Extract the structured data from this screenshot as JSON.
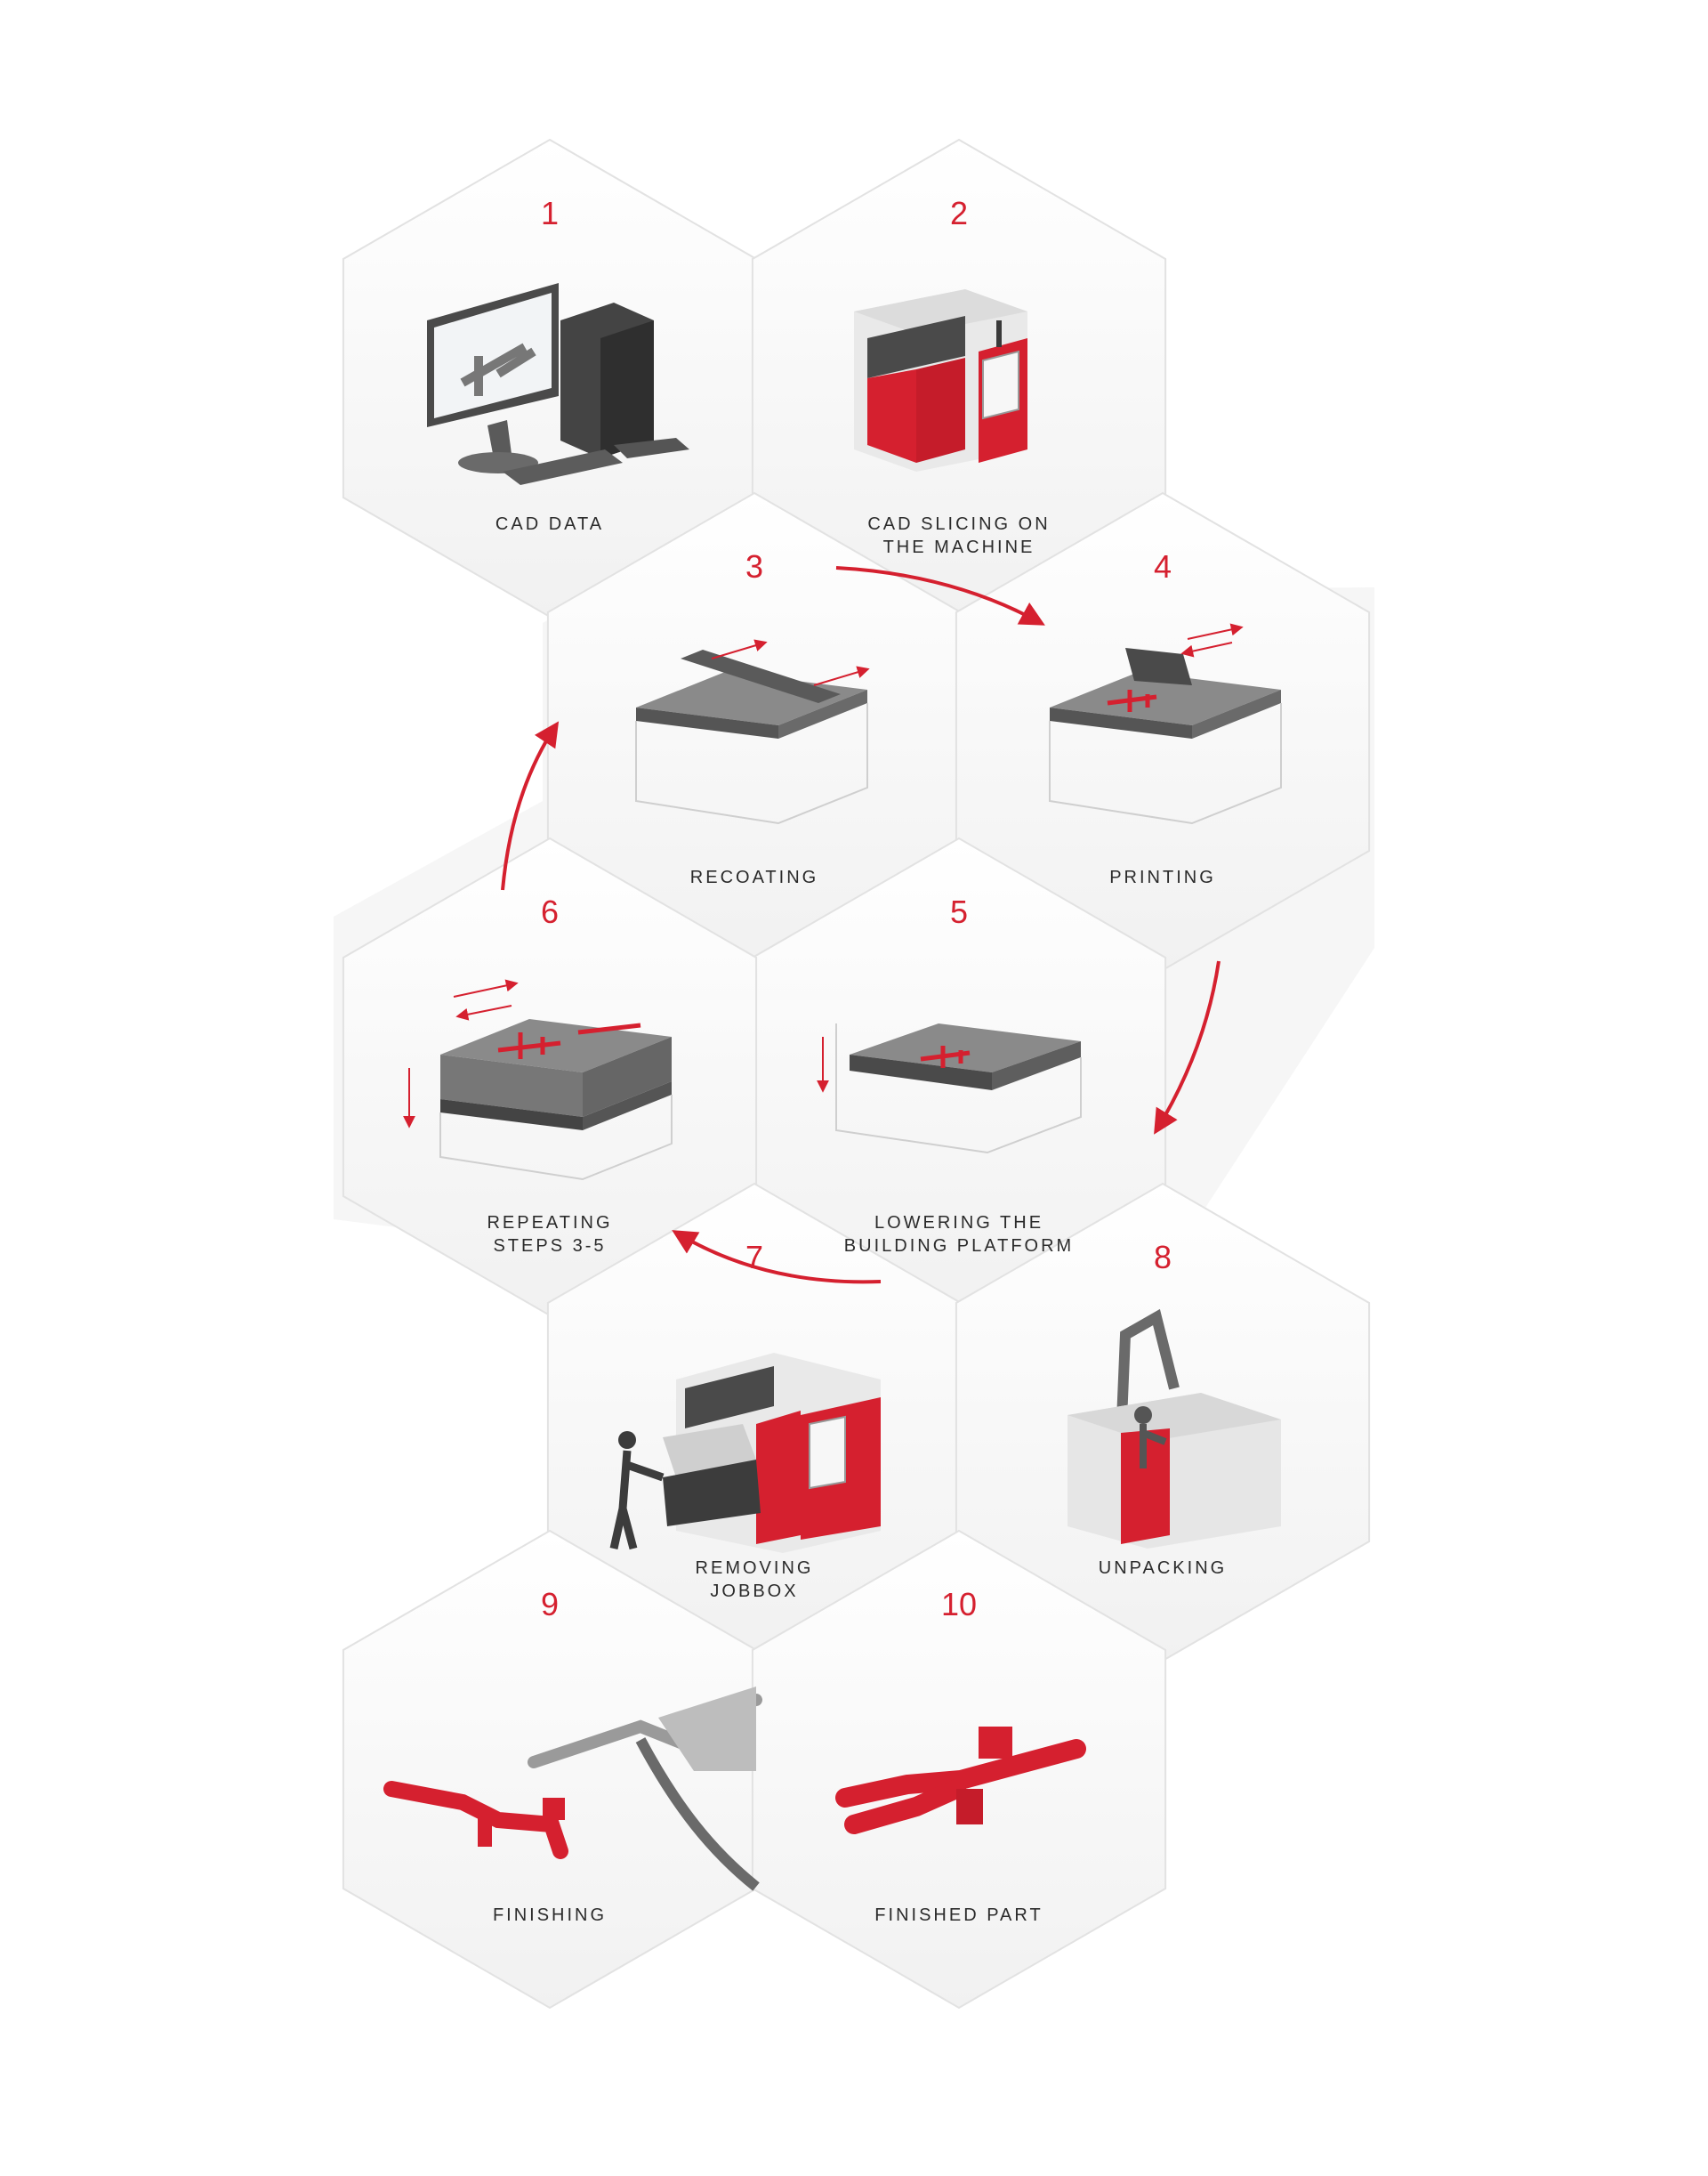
{
  "colors": {
    "accent": "#d5202f",
    "hex_fill": "#f5f5f5",
    "hex_stroke": "#e2e2e2",
    "dark": "#6b6b6b",
    "text": "#2b2b2b"
  },
  "steps": [
    {
      "number": "1",
      "label": [
        "CAD DATA"
      ],
      "icon": "computer-workstation-icon"
    },
    {
      "number": "2",
      "label": [
        "CAD SLICING ON",
        "THE MACHINE"
      ],
      "icon": "printer-machine-icon"
    },
    {
      "number": "3",
      "label": [
        "RECOATING"
      ],
      "icon": "recoater-platform-icon"
    },
    {
      "number": "4",
      "label": [
        "PRINTING"
      ],
      "icon": "printhead-platform-icon"
    },
    {
      "number": "5",
      "label": [
        "LOWERING THE",
        "BUILDING PLATFORM"
      ],
      "icon": "lowering-platform-icon"
    },
    {
      "number": "6",
      "label": [
        "REPEATING",
        "STEPS 3-5"
      ],
      "icon": "layer-stack-icon"
    },
    {
      "number": "7",
      "label": [
        "REMOVING",
        "JOBBOX"
      ],
      "icon": "jobbox-removal-icon"
    },
    {
      "number": "8",
      "label": [
        "UNPACKING"
      ],
      "icon": "unpacking-station-icon"
    },
    {
      "number": "9",
      "label": [
        "FINISHING"
      ],
      "icon": "air-gun-finishing-icon"
    },
    {
      "number": "10",
      "label": [
        "FINISHED PART"
      ],
      "icon": "finished-part-icon"
    }
  ],
  "flow": [
    {
      "from": "3",
      "to": "4"
    },
    {
      "from": "4",
      "to": "5"
    },
    {
      "from": "5",
      "to": "6"
    },
    {
      "from": "6",
      "to": "3"
    }
  ]
}
